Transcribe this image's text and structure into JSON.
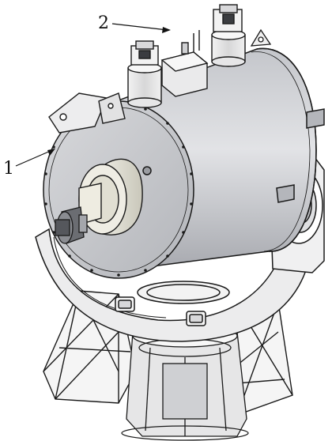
{
  "callouts": [
    {
      "id": "1",
      "text": "1"
    },
    {
      "id": "2",
      "text": "2"
    }
  ],
  "colors": {
    "line": "#1a1a1a",
    "body_light": "#d9dadd",
    "body_mid": "#b9bbc0",
    "body_dark": "#8e9096",
    "face": "#c7c8cc",
    "hub": "#e4e2d6",
    "white": "#f4f4f4",
    "frame": "#e9e9ea"
  }
}
